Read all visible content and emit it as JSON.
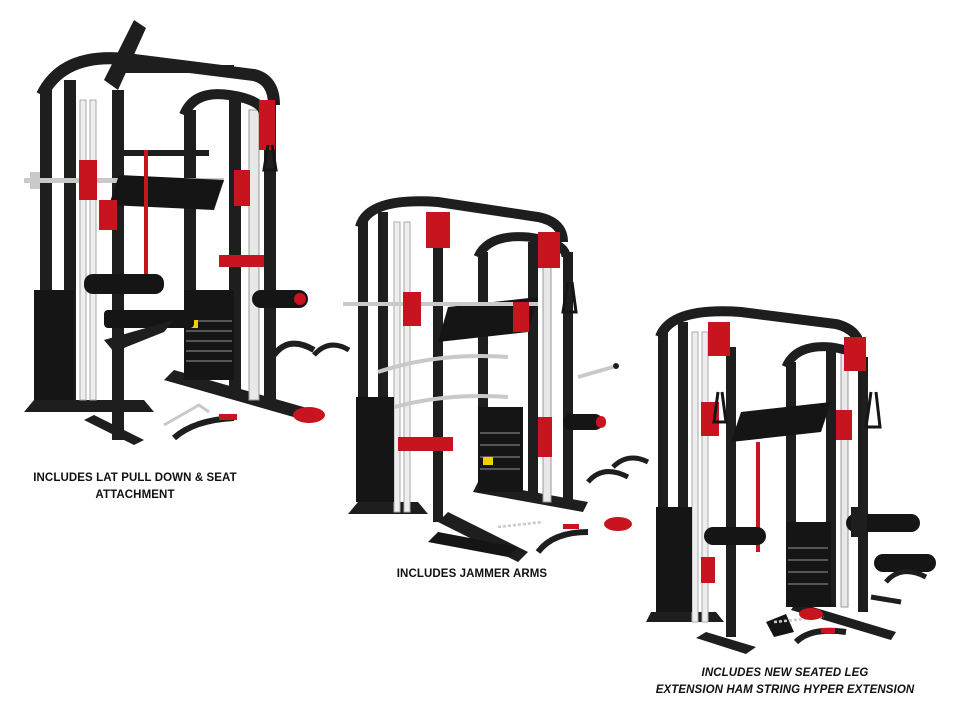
{
  "products": [
    {
      "caption_lines": [
        "INCLUDES LAT PULL DOWN & SEAT",
        "ATTACHMENT"
      ],
      "italic": false
    },
    {
      "caption_lines": [
        "INCLUDES JAMMER ARMS"
      ],
      "italic": false
    },
    {
      "caption_lines": [
        "INCLUDES NEW SEATED LEG",
        "EXTENSION HAM STRING HYPER EXTENSION"
      ],
      "italic": true
    }
  ],
  "colors": {
    "frame": "#1e1e1e",
    "frame_dark": "#0e0e0e",
    "accent_red": "#c8141e",
    "chrome": "#c9c9c9",
    "white_rail": "#eeeeee",
    "pad": "#151515"
  }
}
